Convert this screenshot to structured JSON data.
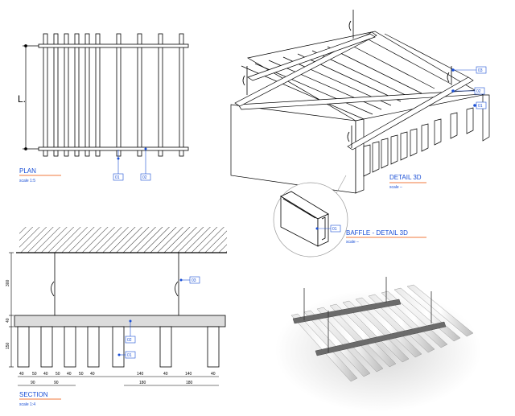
{
  "plan": {
    "title": "PLAN",
    "scale": "scale 1:5",
    "length_label": "L.",
    "callouts": [
      "01",
      "02"
    ]
  },
  "detail3d": {
    "title": "DETAIL 3D",
    "scale": "scale –",
    "callouts": [
      "03",
      "02",
      "01"
    ]
  },
  "baffle": {
    "title": "BAFFLE - DETAIL 3D",
    "scale": "scale –"
  },
  "section": {
    "title": "SECTION",
    "scale": "scale 1:4",
    "callouts": [
      "03",
      "02",
      "01"
    ],
    "vdims": [
      "300",
      "40",
      "150"
    ],
    "hdims_top": [
      "40",
      "50",
      "40",
      "50",
      "40",
      "50",
      "40",
      "140",
      "40",
      "140",
      "40"
    ],
    "hdims_bottom": [
      "90",
      "90",
      "180",
      "180"
    ]
  },
  "colors": {
    "accent": "#1a4fd6",
    "underline": "#f27a3c",
    "ink": "#000000"
  }
}
